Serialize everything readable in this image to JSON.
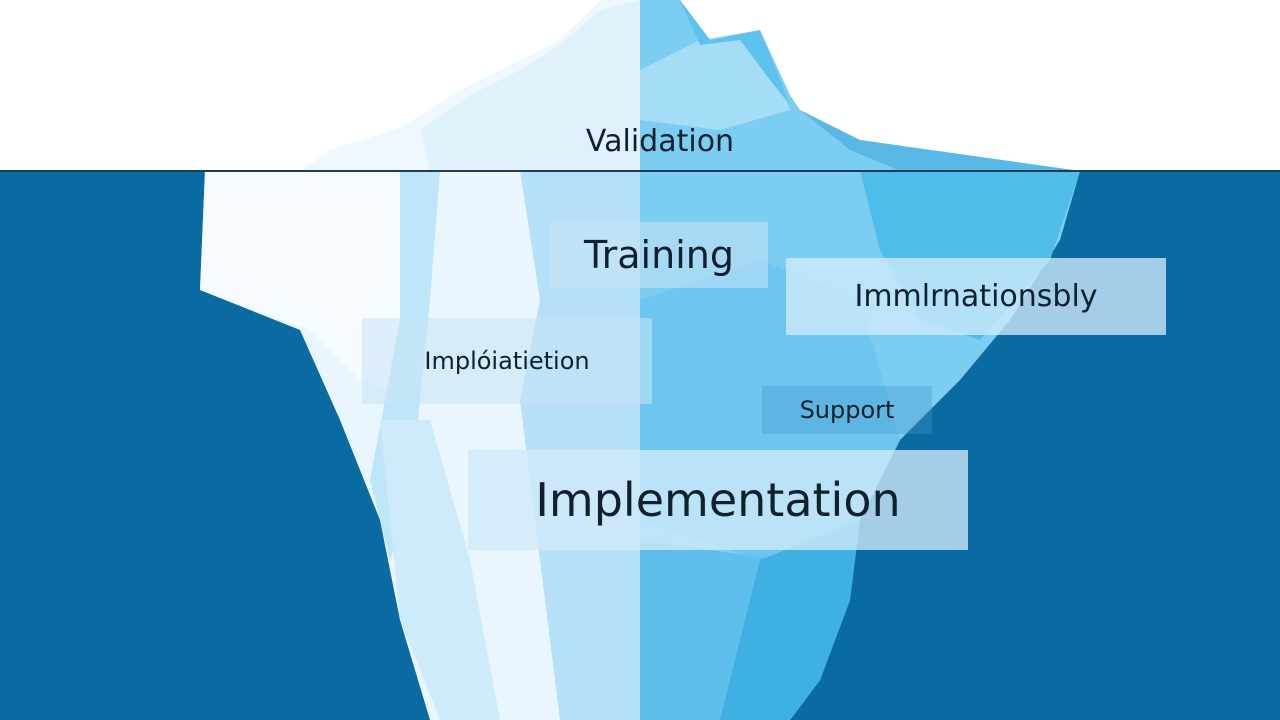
{
  "diagram": {
    "labels": {
      "validation": "Validation",
      "training": "Training",
      "garbled_right": "Immlrnationsbly",
      "garbled_left": "Implóiatietion",
      "support": "Support",
      "implementation": "Implementation"
    },
    "colors": {
      "sky": "#ffffff",
      "sea": "#0a6aa2",
      "waterline": "#1b3f5a",
      "ice_light": "#e8f6fd",
      "ice_mid": "#a9dcf5",
      "ice_bright": "#5cc1ee",
      "text": "#10202e"
    },
    "icons": [
      "iceberg-illustration"
    ]
  }
}
